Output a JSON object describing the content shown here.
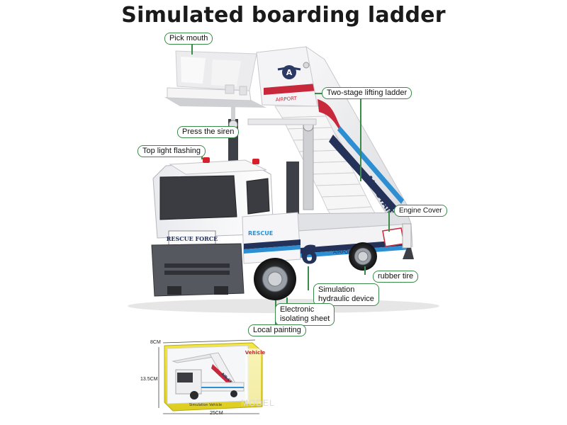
{
  "title": "Simulated boarding ladder",
  "callouts": {
    "pick_mouth": "Pick mouth",
    "two_stage": "Two-stage lifting ladder",
    "siren": "Press the siren",
    "top_light": "Top light flashing",
    "engine_cover": "Engine Cover",
    "rubber_tire": "rubber tire",
    "hydraulic_1": "Simulation",
    "hydraulic_2": "hydraulic device",
    "isolating_1": "Electronic",
    "isolating_2": "isolating sheet",
    "local_painting": "Local painting"
  },
  "truck_text": {
    "airport": "AIRPORT",
    "air_stair": "AIR-STAIR",
    "rescue_force": "RESCUE FORCE",
    "rescue": "RESCUE",
    "six": "6",
    "airport_side": "AIRPORT",
    "four": "4",
    "a_logo": "A"
  },
  "package": {
    "dim_top": "8CM",
    "dim_left": "13.5CM",
    "dim_bottom": "25CM",
    "brand": "Vehicle",
    "window_label": "Simulation Vehicle",
    "watermark": "MODEL"
  },
  "colors": {
    "callout_border": "#3a8a4a",
    "truck_white": "#f2f3f5",
    "truck_gray": "#55585e",
    "stripe_red": "#c8283c",
    "stripe_navy": "#24325a",
    "stripe_blue": "#2d8fd1",
    "box_yellow": "#e8d92a"
  }
}
